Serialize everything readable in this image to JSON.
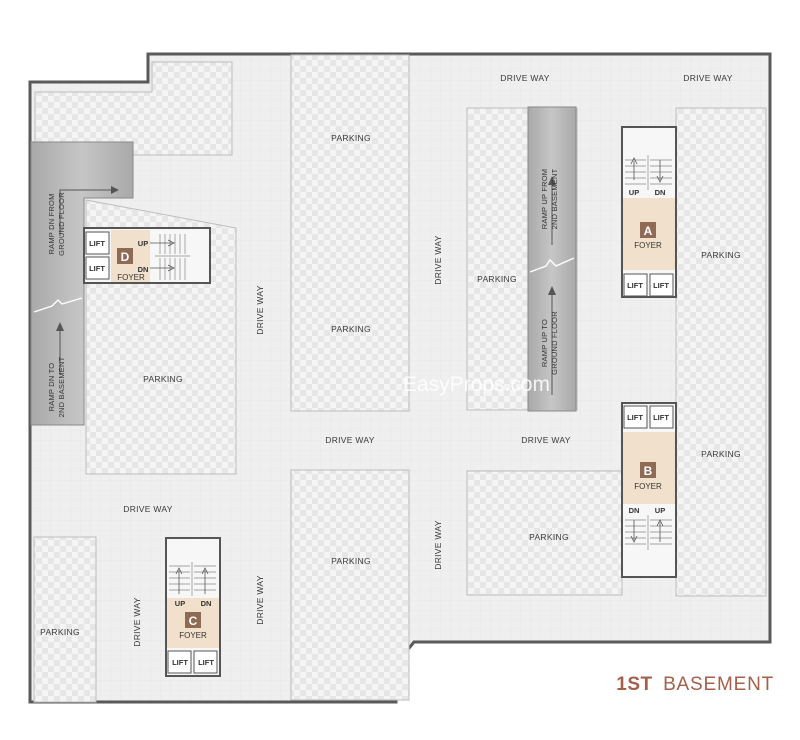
{
  "title": {
    "level": "1ST",
    "name": "BASEMENT"
  },
  "watermark": "EasyProps.com",
  "labels": {
    "drive_way": "DRIVE WAY",
    "parking": "PARKING",
    "lift": "LIFT",
    "foyer": "FOYER",
    "up": "UP",
    "dn": "DN"
  },
  "ramps": {
    "left_top_line1": "RAMP DN FROM",
    "left_top_line2": "GROUND FLOOR",
    "left_bottom_line1": "RAMP DN TO",
    "left_bottom_line2": "2ND BASEMENT",
    "center_top_line1": "RAMP UP FROM",
    "center_top_line2": "2ND BASEMENT",
    "center_bottom_line1": "RAMP UP TO",
    "center_bottom_line2": "GROUND FLOOR"
  },
  "cores": {
    "a": "A",
    "b": "B",
    "c": "C",
    "d": "D"
  },
  "colors": {
    "accent": "#a4604a",
    "foyer": "#f1e0cb",
    "core_badge": "#8f6a55",
    "ramp": "#b8b8b8",
    "wall": "#5a5a5a"
  }
}
